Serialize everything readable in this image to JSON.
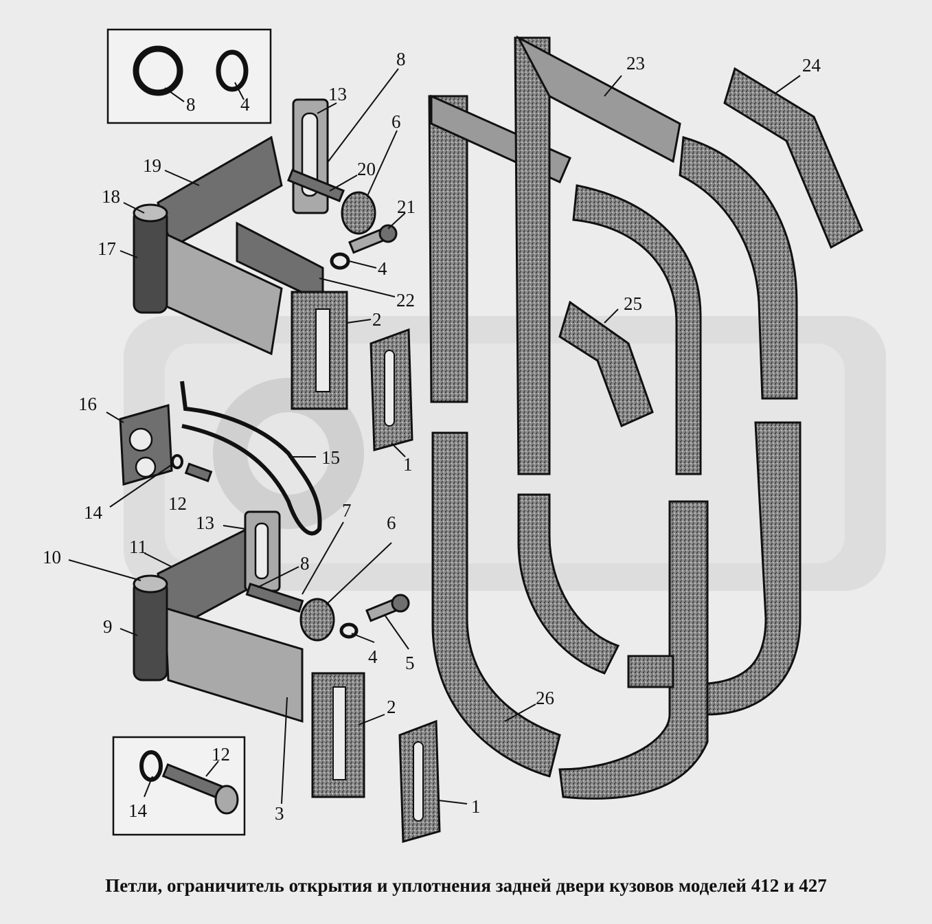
{
  "caption": "Петли, ограничитель открытия и уплотнения задней двери кузовов моделей 412 и 427",
  "callouts": {
    "c1a": "1",
    "c1b": "1",
    "c2a": "2",
    "c2b": "2",
    "c3": "3",
    "c4a": "4",
    "c4b": "4",
    "c4c": "4",
    "c5": "5",
    "c6a": "6",
    "c6b": "6",
    "c7": "7",
    "c8a": "8",
    "c8b": "8",
    "c8c": "8",
    "c9": "9",
    "c10": "10",
    "c11": "11",
    "c12a": "12",
    "c12b": "12",
    "c13a": "13",
    "c13b": "13",
    "c14a": "14",
    "c14b": "14",
    "c15": "15",
    "c16": "16",
    "c17": "17",
    "c18": "18",
    "c19": "19",
    "c20": "20",
    "c21": "21",
    "c22": "22",
    "c23": "23",
    "c24": "24",
    "c25": "25",
    "c26": "26"
  }
}
